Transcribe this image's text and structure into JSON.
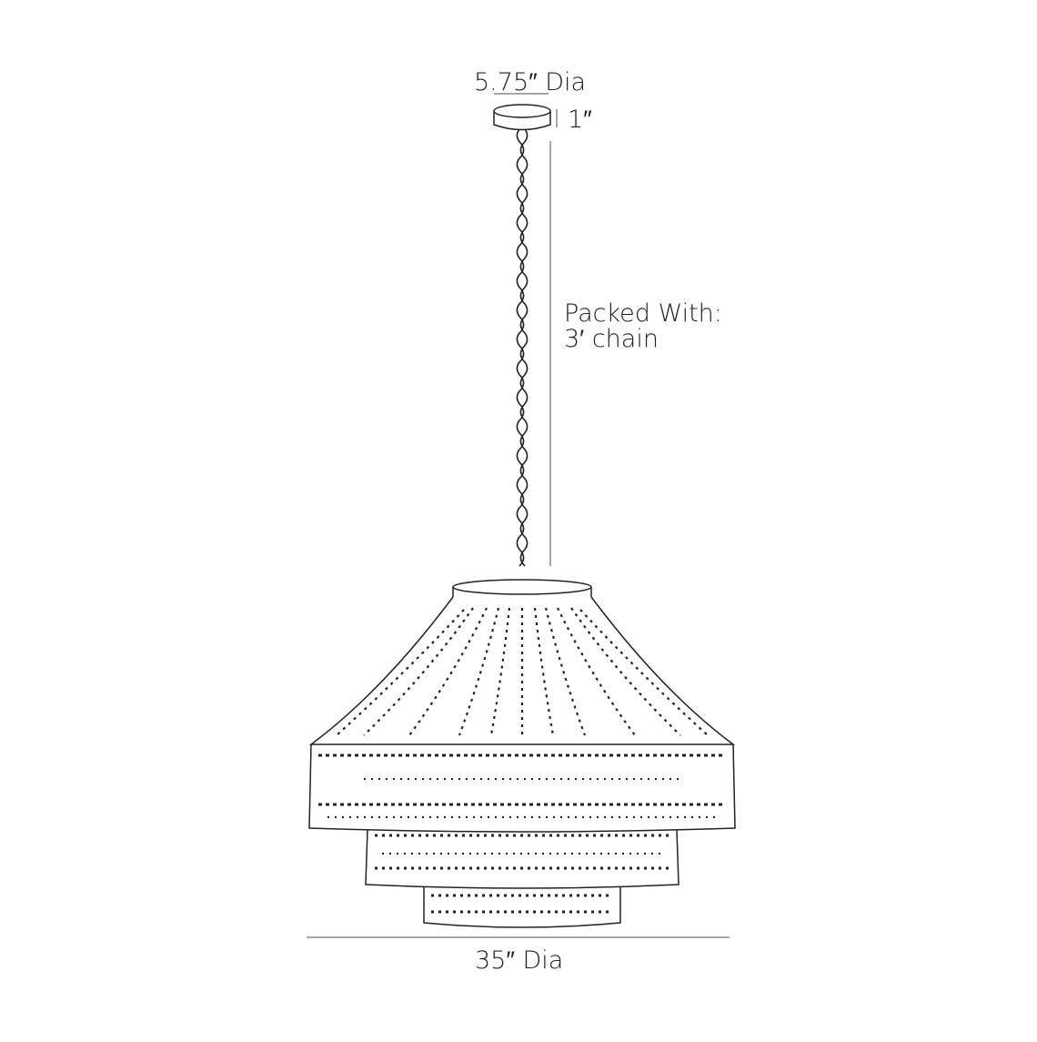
{
  "dimensions": {
    "canopy_diameter": "5.75″ Dia",
    "canopy_height": "1″",
    "packed_with_line1": "Packed With:",
    "packed_with_line2": "3′ chain",
    "overall_diameter": "35″ Dia"
  },
  "colors": {
    "line": "#222222",
    "background": "#ffffff",
    "dimension_line": "#888888"
  }
}
